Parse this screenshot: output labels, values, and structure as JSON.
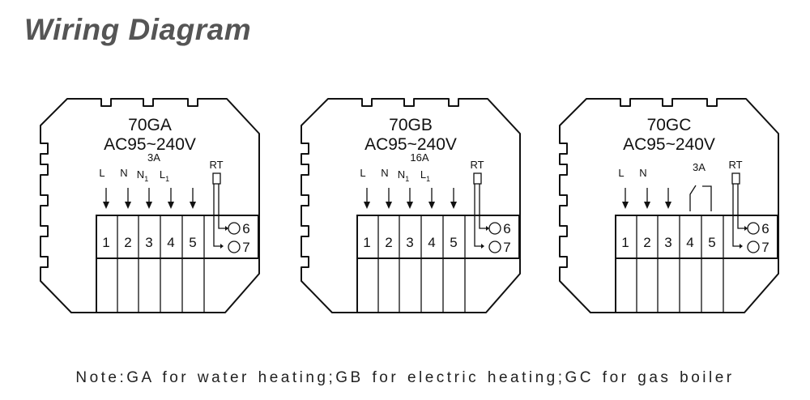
{
  "title": "Wiring Diagram",
  "note": "Note:GA for water heating;GB for electric heating;GC for gas boiler",
  "units": [
    {
      "model": "70GA",
      "voltage": "AC95~240V",
      "current": "3A",
      "labels": [
        "L",
        "N",
        "N1",
        "L1",
        ""
      ],
      "terminals": [
        "1",
        "2",
        "3",
        "4",
        "5"
      ],
      "sensor": "RT",
      "sensor_terminals": [
        "6",
        "7"
      ]
    },
    {
      "model": "70GB",
      "voltage": "AC95~240V",
      "current": "16A",
      "labels": [
        "L",
        "N",
        "N1",
        "L1",
        ""
      ],
      "terminals": [
        "1",
        "2",
        "3",
        "4",
        "5"
      ],
      "sensor": "RT",
      "sensor_terminals": [
        "6",
        "7"
      ]
    },
    {
      "model": "70GC",
      "voltage": "AC95~240V",
      "current": "3A",
      "labels": [
        "L",
        "N",
        "",
        "",
        ""
      ],
      "terminals": [
        "1",
        "2",
        "3",
        "4",
        "5"
      ],
      "sensor": "RT",
      "sensor_terminals": [
        "6",
        "7"
      ]
    }
  ]
}
